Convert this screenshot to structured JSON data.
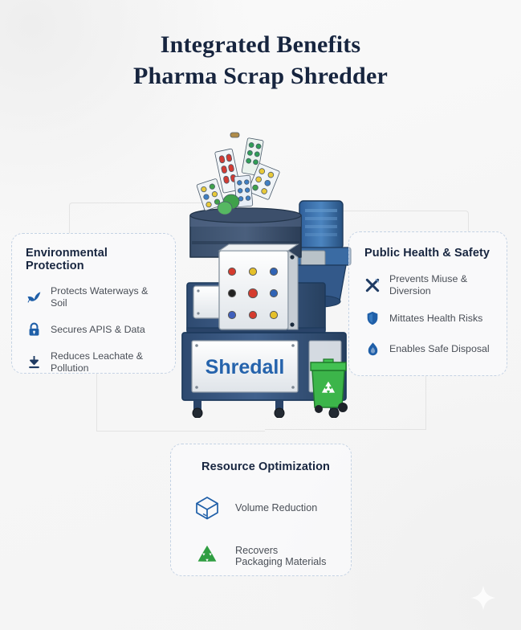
{
  "page": {
    "background_color": "#f8f8f8",
    "accent_blue": "#1f5fa8",
    "navy": "#17253f",
    "green": "#2f9e41",
    "card_border_color": "#c5d3e4"
  },
  "title": {
    "line1": "Integrated Benefits",
    "line2": "Pharma Scrap Shredder"
  },
  "cards": [
    {
      "id": "environmental-protection",
      "title": "Environmental Protection",
      "items": [
        {
          "icon": "leaf-icon",
          "label": "Protects Waterways & Soil",
          "color": "#1f5fa8"
        },
        {
          "icon": "lock-icon",
          "label": "Secures APIS & Data",
          "color": "#1f5fa8"
        },
        {
          "icon": "download-arrow-icon",
          "label": "Reduces Leachate & Pollution",
          "color": "#1f3b63"
        }
      ]
    },
    {
      "id": "public-health-safety",
      "title": "Public Health & Safety",
      "items": [
        {
          "icon": "cross-swords-icon",
          "label": "Prevents Miuse & Diversion",
          "color": "#1f3b63"
        },
        {
          "icon": "shield-icon",
          "label": "Mittates Health Risks",
          "color": "#1f5fa8"
        },
        {
          "icon": "flame-icon",
          "label": "Enables Safe Disposal",
          "color": "#1f5fa8"
        }
      ]
    },
    {
      "id": "resource-optimization",
      "title": "Resource Optimization",
      "items": [
        {
          "icon": "cube-icon",
          "label": "Volume Reduction",
          "color": "#1f5fa8"
        },
        {
          "icon": "recycle-icon",
          "label": "Recovers\nPackaging Materials",
          "color": "#2f9e41"
        }
      ]
    }
  ],
  "illustration": {
    "machine_brand_label": "Shredall",
    "machine_brand_color": "#2563ac",
    "machine_body_color": "#3a5a86",
    "control_panel_buttons": [
      "red",
      "yellow",
      "blue",
      "black",
      "red",
      "blue",
      "red",
      "yellow",
      "blue"
    ],
    "bin_color": "#3cb54a",
    "bin_symbol": "recycle-icon",
    "hopper_contents": "pharmaceutical blister packs"
  },
  "decoration": {
    "sparkle": "four-point-star"
  }
}
